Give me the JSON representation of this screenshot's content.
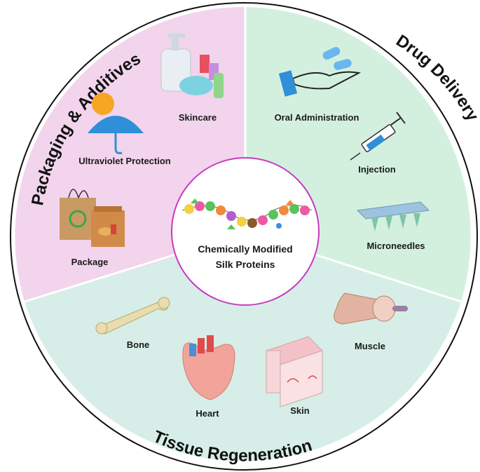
{
  "sections": {
    "packaging": {
      "title": "Packaging & Additives",
      "color": "#f2d4ec"
    },
    "drug_delivery": {
      "title": "Drug Delivery",
      "color": "#d3f0df"
    },
    "tissue": {
      "title": "Tissue Regeneration",
      "color": "#d6eee7"
    }
  },
  "center": {
    "line1": "Chemically Modified",
    "line2": "Silk Proteins",
    "ring_color": "#c73ac2"
  },
  "items": {
    "skincare": "Skincare",
    "uv": "Ultraviolet Protection",
    "package": "Package",
    "oral": "Oral Administration",
    "injection": "Injection",
    "microneedles": "Microneedles",
    "bone": "Bone",
    "heart": "Heart",
    "skin": "Skin",
    "muscle": "Muscle"
  }
}
